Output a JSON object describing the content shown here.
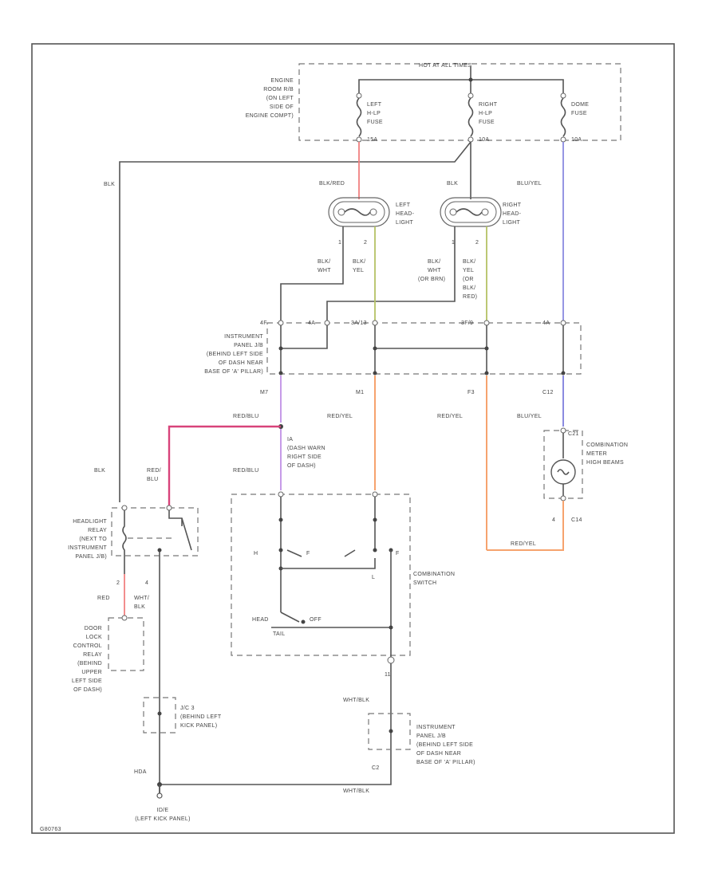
{
  "colors": {
    "red": "#f08080",
    "pink": "#d8437a",
    "olive": "#b5c264",
    "blue": "#8a8ae0",
    "violet": "#c69be8",
    "orange": "#f6a36e",
    "line": "#555555"
  },
  "labels": {
    "hot_panel": "HOT AT ALL TIMES",
    "engine_room": [
      "ENGINE",
      "ROOM R/B",
      "(ON LEFT",
      "SIDE OF",
      "ENGINE COMPT)"
    ],
    "left_fuse": [
      "LEFT",
      "H-LP",
      "FUSE",
      "15A"
    ],
    "right_fuse": [
      "RIGHT",
      "H-LP",
      "FUSE",
      "10A"
    ],
    "dome_fuse": [
      "DOME",
      "FUSE",
      "10A"
    ],
    "blk_top": "BLK",
    "blk_red": "BLK/RED",
    "blk_mid": "BLK",
    "blu_yel_top": "BLU/YEL",
    "left_headlight": [
      "LEFT",
      "HEAD-",
      "LIGHT"
    ],
    "right_headlight": [
      "RIGHT",
      "HEAD-",
      "LIGHT"
    ],
    "pin_1a": "1",
    "pin_2a": "2",
    "pin_1b": "1",
    "pin_2b": "2",
    "wire_blk_wht": [
      "BLK/",
      "WHT"
    ],
    "wire_blk_yel": [
      "BLK/",
      "YEL"
    ],
    "wire_blk_wht_or": [
      "BLK/",
      "WHT",
      "(OR BRN)"
    ],
    "wire_blk_yel_or": [
      "BLK/",
      "YEL",
      "(OR",
      "BLK/",
      "RED)"
    ],
    "ip_jb_top": [
      "INSTRUMENT",
      "PANEL J/B",
      "(BEHIND LEFT SIDE",
      "OF DASH NEAR",
      "BASE OF 'A' PILLAR)"
    ],
    "conn_4f": "4F",
    "conn_4a": "4A",
    "conn_3a": "3A/13",
    "conn_3b": "3F/9",
    "conn_4c": "4A",
    "conn_m7": "M7",
    "conn_m1": "M1",
    "conn_f3": "F3",
    "conn_c12": "C12",
    "red_blu_a": "RED/BLU",
    "red_yel_a": "RED/YEL",
    "red_yel_b": "RED/YEL",
    "blu_yel_b": "BLU/YEL",
    "c21": "C21",
    "combo_meter": [
      "COMBINATION",
      "METER",
      "HIGH BEAMS"
    ],
    "ia_label": [
      "IA",
      "(DASH WARN",
      "RIGHT SIDE",
      "OF DASH)"
    ],
    "red_blu_b": "RED/BLU",
    "blk_left": "BLK",
    "red_blu_relay": [
      "RED/",
      "BLU"
    ],
    "pin_4": "4",
    "c14": "C14",
    "red_yel_c": "RED/YEL",
    "headlight_relay": [
      "HEADLIGHT",
      "RELAY",
      "(NEXT TO",
      "INSTRUMENT",
      "PANEL J/B)"
    ],
    "pin_2c": "2",
    "pin_4c": "4",
    "red_low": "RED",
    "wht_blk_low": [
      "WHT/",
      "BLK"
    ],
    "combination_switch": [
      "COMBINATION",
      "SWITCH"
    ],
    "switch_h": "H",
    "switch_f": "F",
    "switch_l": "L",
    "head": "HEAD",
    "off": "OFF",
    "tail": "TAIL",
    "switch_f2": "F",
    "door_lock": [
      "DOOR",
      "LOCK",
      "CONTROL",
      "RELAY",
      "(BEHIND",
      "UPPER",
      "LEFT SIDE",
      "OF DASH)"
    ],
    "j_c": [
      "J/C 3",
      "(BEHIND LEFT",
      "KICK PANEL)"
    ],
    "conn_11": "11",
    "wht_blk_mid": "WHT/BLK",
    "ip_jb_low": [
      "INSTRUMENT",
      "PANEL J/B",
      "(BEHIND LEFT SIDE",
      "OF DASH NEAR",
      "BASE OF 'A' PILLAR)"
    ],
    "conn_c2": "C2",
    "wht_blk_bot": "WHT/BLK",
    "hda": "HDA",
    "ground": [
      "ID/E",
      "(LEFT KICK PANEL)"
    ],
    "code": "G80763"
  }
}
